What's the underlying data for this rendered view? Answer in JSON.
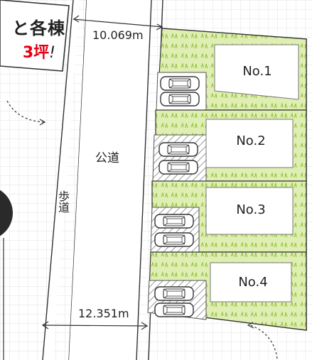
{
  "callout": {
    "line1": "と各棟",
    "line2": "3坪",
    "line2_tail": "!"
  },
  "road_label": "公道",
  "sidewalk_label": "歩道",
  "dimensions": {
    "top_width": "10.069m",
    "bottom_width": "12.351m"
  },
  "lots": [
    {
      "label": "No.1"
    },
    {
      "label": "No.2"
    },
    {
      "label": "No.3"
    },
    {
      "label": "No.4"
    }
  ],
  "colors": {
    "lawn": "#dfeeb2",
    "lawn_grass": "#8fbf3a",
    "grid": "#e3e3e3",
    "accent_red": "#e50012",
    "outline": "#333333"
  }
}
